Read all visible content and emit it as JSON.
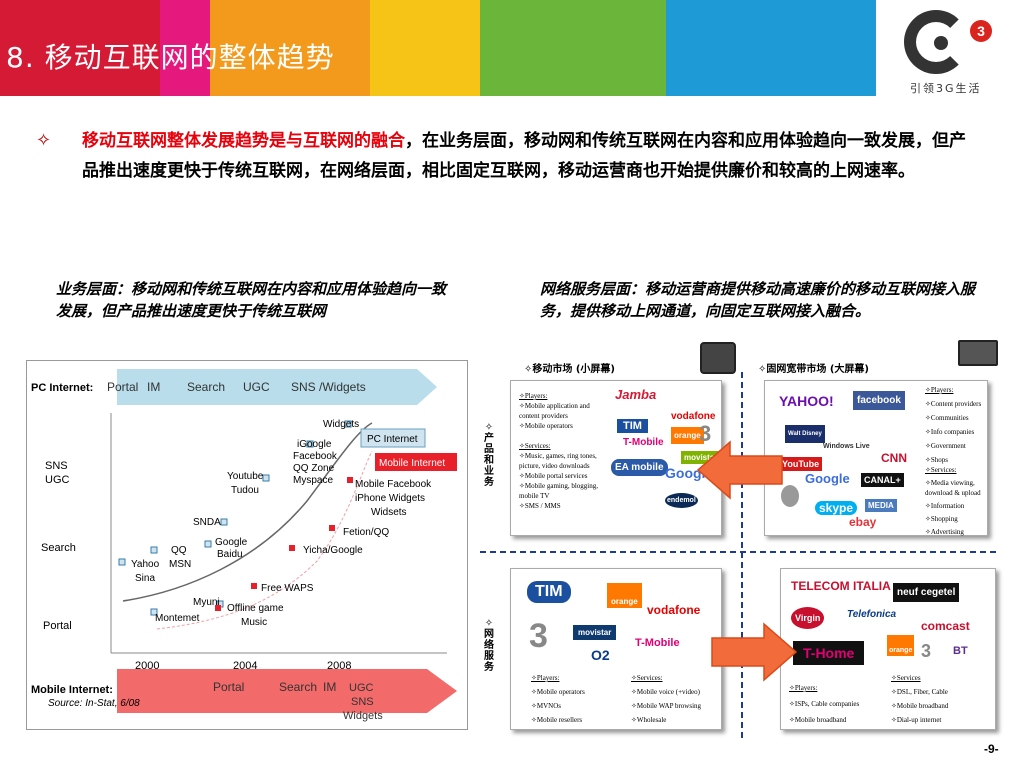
{
  "header": {
    "title": "8. 移动互联网的整体趋势",
    "stripes": [
      "#d41a34",
      "#e5197d",
      "#f39a1d",
      "#f5c416",
      "#6bb53a",
      "#1e9bd7",
      "#1e9bd7"
    ],
    "logo_slogan": "引领3G生活",
    "logo_badge": "3"
  },
  "main": {
    "bullet": "✧",
    "highlight": "移动互联网整体发展趋势是与互联网的融合",
    "text": "，在业务层面，移动网和传统互联网在内容和应用体验趋向一致发展，但产品推出速度更快于传统互联网，在网络层面，相比固定互联网，移动运营商也开始提供廉价和较高的上网速率。"
  },
  "sub_left": "业务层面：移动网和传统互联网在内容和应用体验趋向一致发展，但产品推出速度更快于传统互联网",
  "sub_right": "网络服务层面：移动运营商提供移动高速廉价的移动互联网接入服务，提供移动上网通道，向固定互联网接入融合。",
  "chart": {
    "pc_label": "PC Internet:",
    "pc_items": [
      "Portal",
      "IM",
      "Search",
      "UGC",
      "SNS /Widgets"
    ],
    "mobile_label": "Mobile Internet:",
    "mobile_items": [
      "Portal",
      "Search",
      "IM",
      "UGC",
      "SNS",
      "Widgets"
    ],
    "y_labels": [
      "SNS",
      "UGC",
      "Search",
      "Portal"
    ],
    "years": [
      "2000",
      "2004",
      "2008"
    ],
    "legend_pc": "PC Internet",
    "legend_mobile": "Mobile Internet",
    "pc_points": [
      "Widgets",
      "iGoogle",
      "Facebook",
      "QQ Zone",
      "Myspace",
      "Youtube",
      "Tudou",
      "SNDA",
      "Google",
      "Baidu",
      "QQ",
      "MSN",
      "Yahoo",
      "Sina",
      "Myuni",
      "Montemet"
    ],
    "mobile_points": [
      "Mobile Facebook",
      "iPhone Widgets",
      "Widsets",
      "Fetion/QQ",
      "Yicha/Google",
      "Free WAPS",
      "Offline game",
      "Music"
    ],
    "source": "Source: In-Stat, 6/08"
  },
  "matrix": {
    "mobile_market": "✧移动市场 (小屏幕)",
    "fixed_market": "✧固网宽带市场 (大屏幕)",
    "vertical_top": "✧产品和业务",
    "vertical_bottom": "✧网络服务",
    "tl_notes": {
      "players_title": "✧Players:",
      "players": [
        "✧Mobile application and content providers",
        "✧Mobile operators"
      ],
      "services_title": "✧Services:",
      "services": [
        "✧Music, games, ring tones, picture, video downloads",
        "✧Mobile portal services",
        "✧Mobile gaming, blogging, mobile TV",
        "✧SMS / MMS"
      ]
    },
    "tr_notes": {
      "players_title": "✧Players:",
      "players": [
        "✧Content providers",
        "✧Communities",
        "✧Info companies",
        "✧Government",
        "✧Shops"
      ],
      "services_title": "✧Services:",
      "services": [
        "✧Media viewing, download & upload",
        "✧Information",
        "✧Shopping",
        "✧Advertising"
      ]
    },
    "bl_notes": {
      "players_title": "✧Players:",
      "players": [
        "✧Mobile operators",
        "✧MVNOs",
        "✧Mobile resellers"
      ],
      "services_title": "✧Services:",
      "services": [
        "✧Mobile voice (+video)",
        "✧Mobile WAP browsing",
        "✧Wholesale"
      ]
    },
    "br_notes": {
      "players_title": "✧Players:",
      "players": [
        "✧ISPs, Cable companies",
        "✧Mobile broadband"
      ],
      "services_title": "✧Services",
      "services": [
        "✧DSL, Fiber, Cable",
        "✧Mobile broadband",
        "✧Dial-up internet"
      ]
    },
    "tl_brands": [
      "Jamba",
      "vodafone",
      "TIM",
      "T-Mobile",
      "orange",
      "3",
      "EA mobile",
      "movistar",
      "Google",
      "endemol"
    ],
    "tr_brands": [
      "YAHOO!",
      "facebook",
      "Walt Disney",
      "Windows Live",
      "YouTube",
      "Google",
      "CNN",
      "CANAL+",
      "skype",
      "MEDIA",
      "ebay"
    ],
    "bl_brands": [
      "TIM",
      "vodafone",
      "orange",
      "3",
      "movistar",
      "T-Mobile",
      "O2"
    ],
    "br_brands": [
      "TELECOM ITALIA",
      "neuf cegetel",
      "Virgin",
      "Telefonica",
      "comcast",
      "T-Home",
      "orange",
      "3",
      "BT"
    ]
  },
  "page_number": "-9-"
}
